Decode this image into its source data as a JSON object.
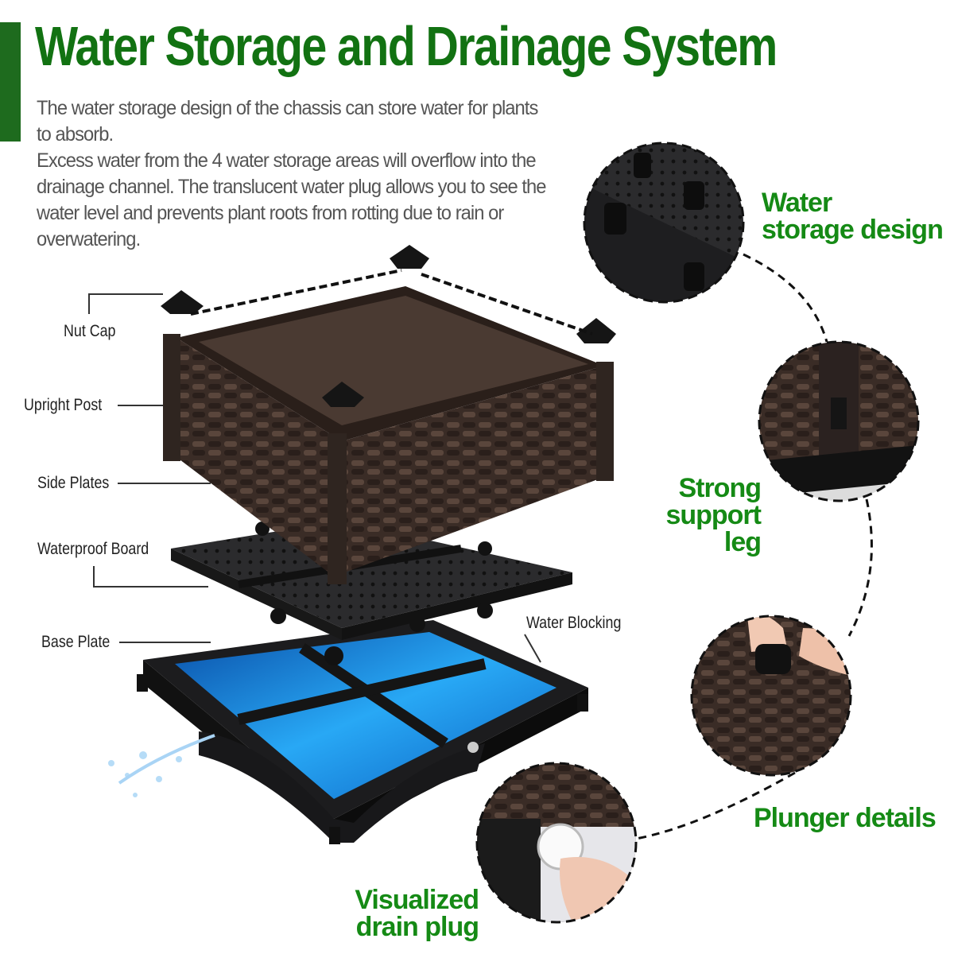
{
  "header": {
    "title": "Water Storage and Drainage System",
    "paragraphs": [
      "The water storage design of the chassis can store water for plants to absorb.",
      "Excess water from the 4 water storage areas will overflow into the drainage channel. The translucent water plug allows you to see the water level and prevents plant roots from rotting due to rain or overwatering."
    ]
  },
  "parts": {
    "nut_cap": "Nut Cap",
    "upright_post": "Upright Post",
    "side_plates": "Side Plates",
    "waterproof_board": "Waterproof Board",
    "base_plate": "Base Plate",
    "water_blocking": "Water Blocking"
  },
  "callouts": {
    "storage_line1": "Water",
    "storage_line2": "storage design",
    "support_line1": "Strong",
    "support_line2": "support leg",
    "plunger": "Plunger details",
    "drain_line1": "Visualized",
    "drain_line2": "drain plug"
  },
  "colors": {
    "title_green": "#127212",
    "callout_green": "#158a15",
    "accent_bar": "#1e6b1e",
    "wicker_brown": "#3d2f28",
    "water_blue": "#1a8fe0"
  }
}
